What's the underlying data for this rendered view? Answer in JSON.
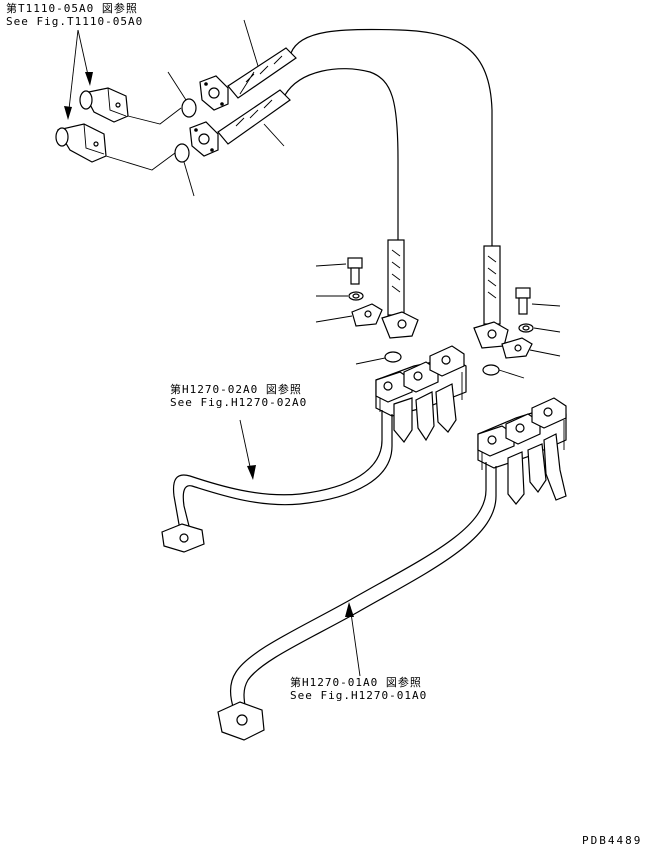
{
  "references": [
    {
      "jp": "第T1110-05A0 図参照",
      "en": "See Fig.T1110-05A0"
    },
    {
      "jp": "第H1270-02A0 図参照",
      "en": "See Fig.H1270-02A0"
    },
    {
      "jp": "第H1270-01A0 図参照",
      "en": "See Fig.H1270-01A0"
    }
  ],
  "drawing_number": "PDB4489"
}
